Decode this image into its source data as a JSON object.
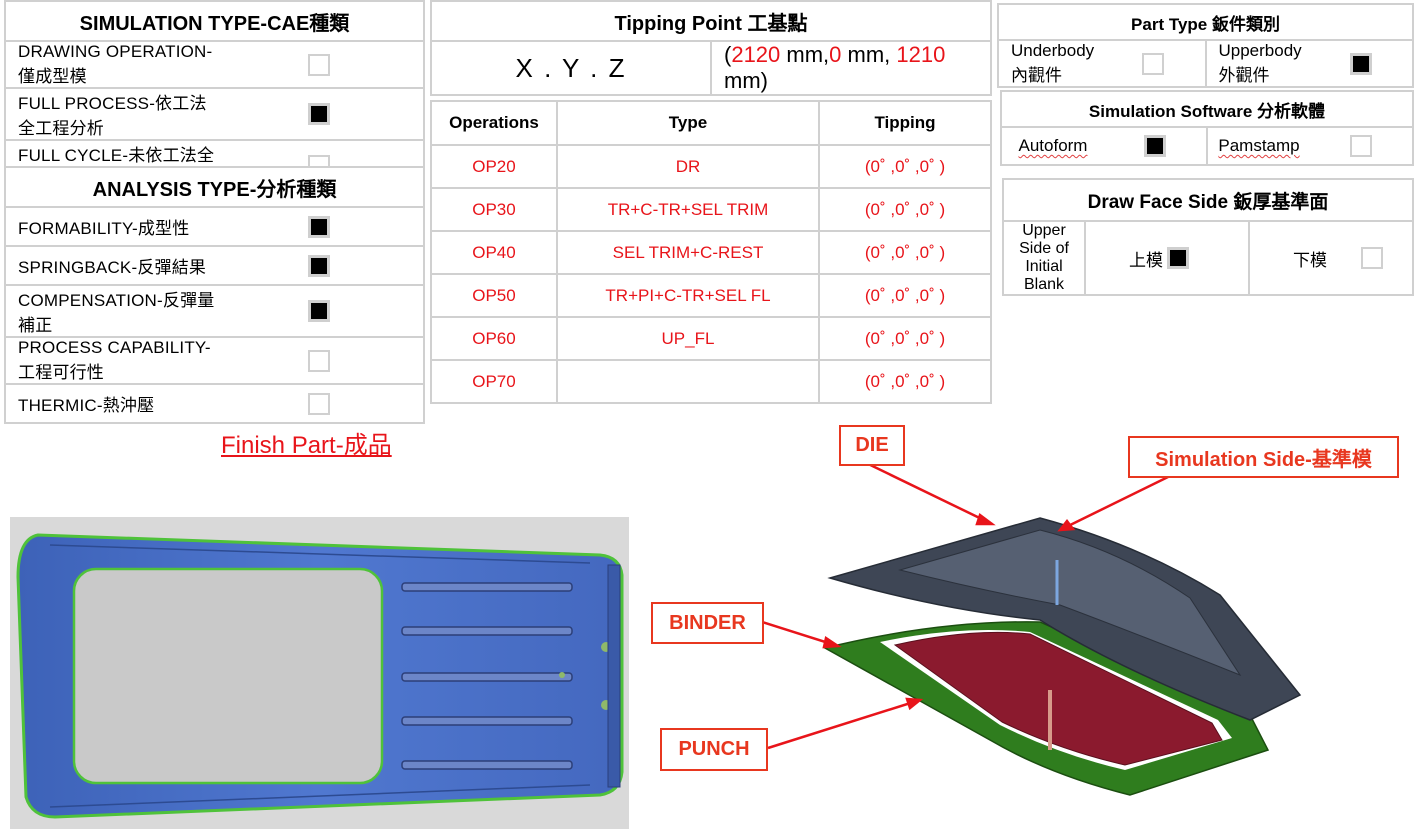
{
  "simulation_type": {
    "title": "SIMULATION TYPE-CAE種類",
    "items": [
      {
        "label": "DRAWING OPERATION-僅成型模",
        "checked": false
      },
      {
        "label": "FULL PROCESS-依工法全工程分析",
        "checked": true
      },
      {
        "label": "FULL CYCLE-未依工法全工程分析",
        "checked": false
      }
    ]
  },
  "analysis_type": {
    "title": "ANALYSIS TYPE-分析種類",
    "items": [
      {
        "label": "FORMABILITY-成型性",
        "checked": true
      },
      {
        "label": "SPRINGBACK-反彈結果",
        "checked": true
      },
      {
        "label": "COMPENSATION-反彈量補正",
        "checked": true
      },
      {
        "label": "PROCESS CAPABILITY-工程可行性",
        "checked": false
      },
      {
        "label": "THERMIC-熱沖壓",
        "checked": false
      }
    ]
  },
  "tipping_point": {
    "title": "Tipping Point 工基點",
    "axis_label": "X . Y . Z",
    "coord": {
      "open": "(",
      "x": "2120",
      "x_unit": " mm,",
      "y": "0",
      "y_unit": " mm, ",
      "z": "1210",
      "z_unit": " mm)"
    }
  },
  "operations": {
    "headers": [
      "Operations",
      "Type",
      "Tipping"
    ],
    "rows": [
      {
        "op": "OP20",
        "type": "DR",
        "tipping": "(0˚ ,0˚ ,0˚ )"
      },
      {
        "op": "OP30",
        "type": "TR+C-TR+SEL TRIM",
        "tipping": "(0˚ ,0˚ ,0˚ )"
      },
      {
        "op": "OP40",
        "type": "SEL TRIM+C-REST",
        "tipping": "(0˚ ,0˚ ,0˚ )"
      },
      {
        "op": "OP50",
        "type": "TR+PI+C-TR+SEL FL",
        "tipping": "(0˚ ,0˚ ,0˚ )"
      },
      {
        "op": "OP60",
        "type": "UP_FL",
        "tipping": "(0˚ ,0˚ ,0˚ )"
      },
      {
        "op": "OP70",
        "type": "",
        "tipping": "(0˚ ,0˚ ,0˚ )"
      }
    ]
  },
  "part_type": {
    "title": "Part Type 鈑件類別",
    "options": [
      {
        "label": "Underbody 內觀件",
        "checked": false
      },
      {
        "label": "Upperbody 外觀件",
        "checked": true
      }
    ]
  },
  "simulation_software": {
    "title": "Simulation Software  分析軟體",
    "options": [
      {
        "label": "Autoform",
        "checked": true
      },
      {
        "label": "Pamstamp",
        "checked": false
      }
    ]
  },
  "draw_face_side": {
    "title": "Draw Face Side  鈑厚基準面",
    "label": "Upper Side of Initial Blank",
    "options": [
      {
        "label": "上模",
        "checked": true
      },
      {
        "label": "下模",
        "checked": false
      }
    ]
  },
  "finish_part_label": "Finish Part-成品",
  "callouts": {
    "die": "DIE",
    "simulation_side": "Simulation Side-基準模",
    "binder": "BINDER",
    "punch": "PUNCH"
  },
  "colors": {
    "accent_red": "#e8141a",
    "callout_red": "#e8371f",
    "part_blue": "#4a6fc4",
    "binder_green": "#2f7d1e",
    "punch_red": "#8b1a2e",
    "die_gray": "#3e4655"
  }
}
